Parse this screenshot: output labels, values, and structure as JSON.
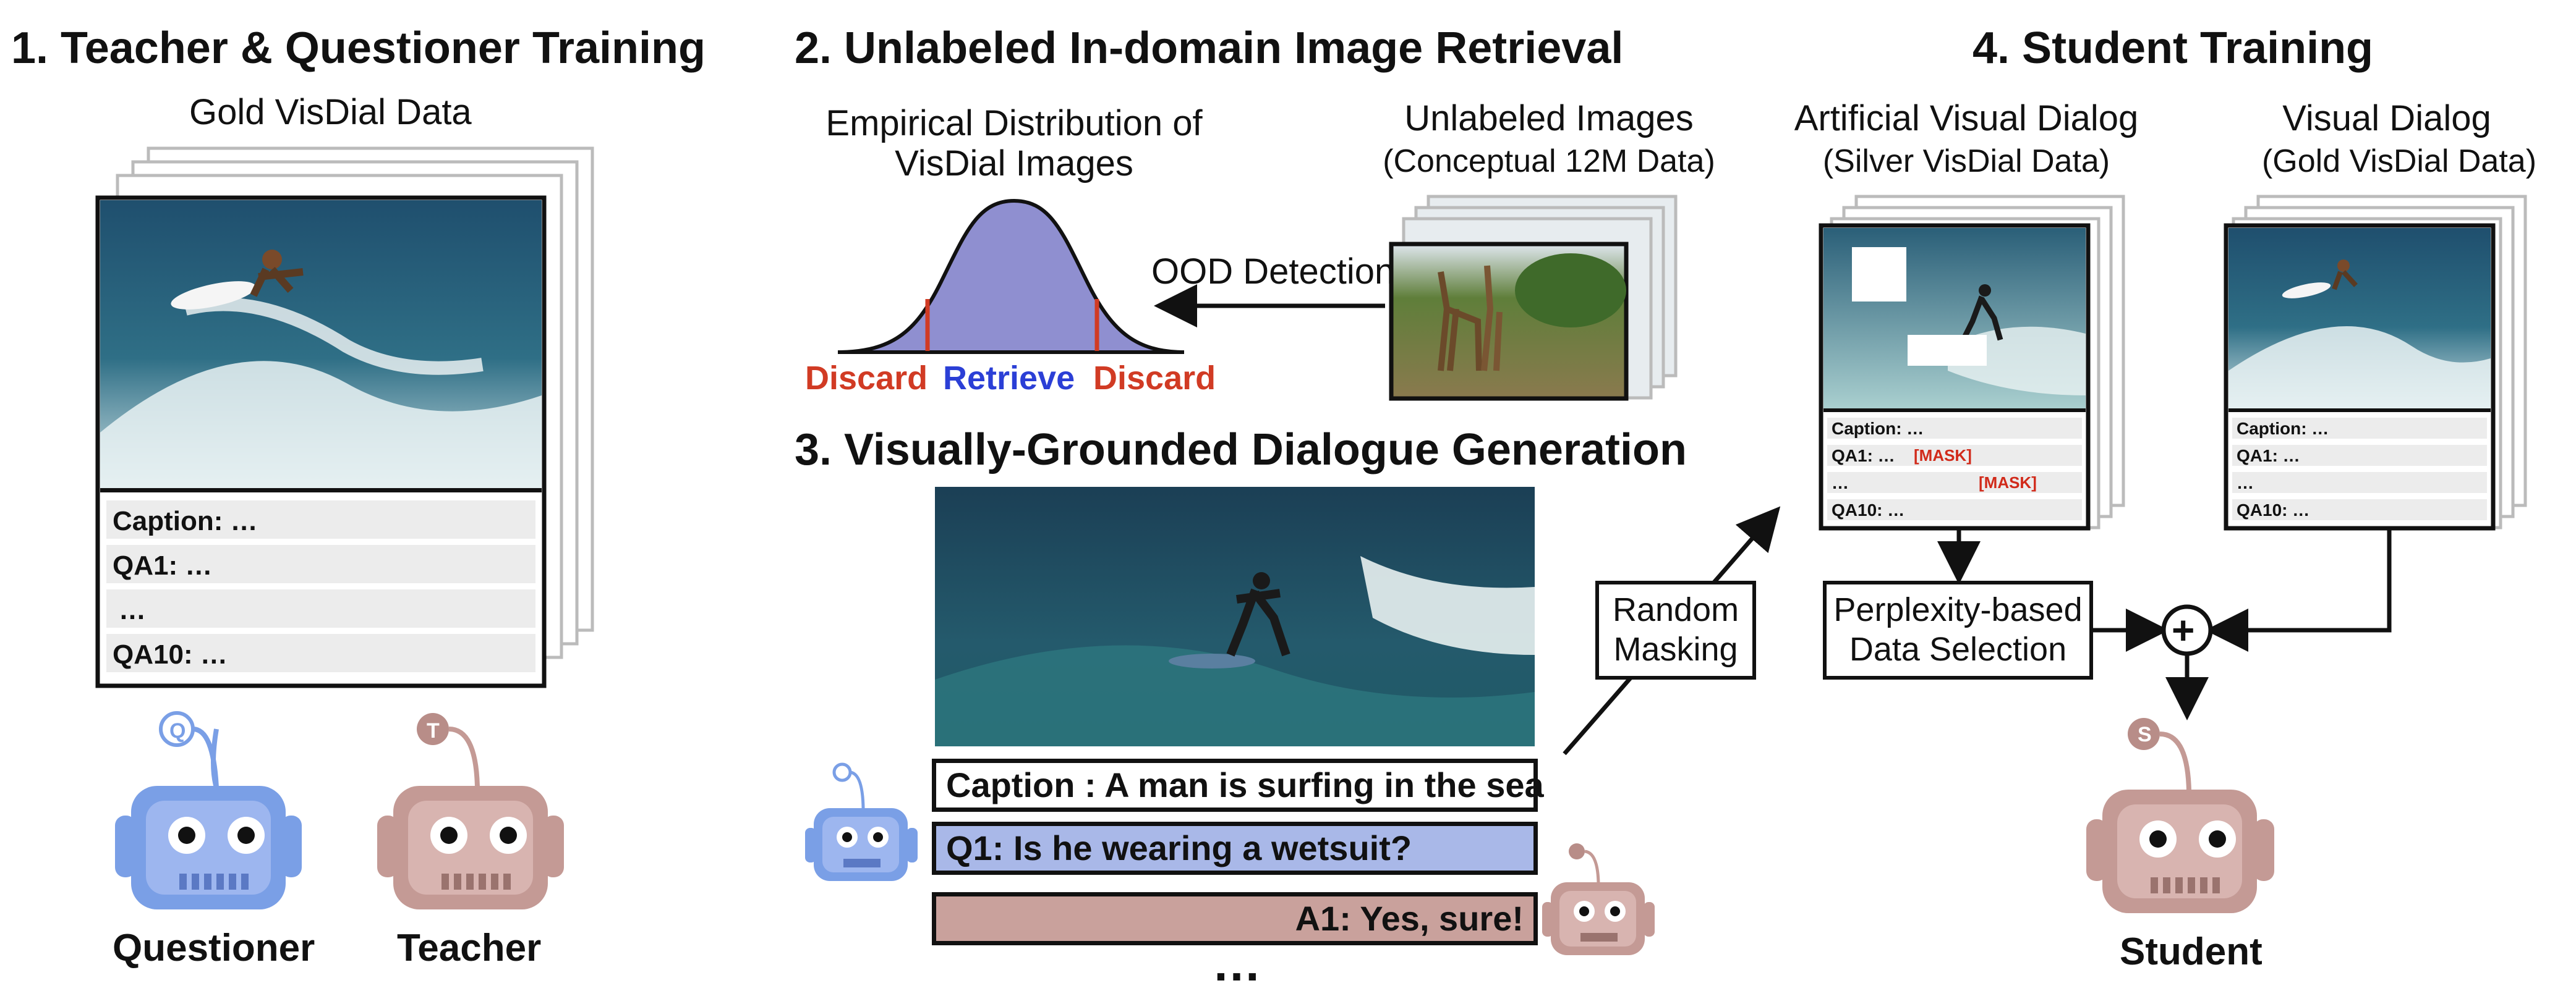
{
  "section1": {
    "title": "1. Teacher & Questioner Training",
    "data_label": "Gold VisDial Data",
    "dialog_rows": [
      "Caption: …",
      "QA1: …",
      "…",
      "QA10: …"
    ],
    "questioner_label": "Questioner",
    "teacher_label": "Teacher",
    "questioner_badge": "Q",
    "teacher_badge": "T"
  },
  "section2": {
    "title": "2. Unlabeled In-domain Image Retrieval",
    "distribution_label": "Empirical Distribution of\nVisDial Images",
    "unlabeled_label": "Unlabeled Images",
    "unlabeled_sublabel": "(Conceptual 12M Data)",
    "ood_label": "OOD Detection",
    "discard_left": "Discard",
    "retrieve": "Retrieve",
    "discard_right": "Discard"
  },
  "section3": {
    "title": "3. Visually-Grounded Dialogue Generation",
    "caption_line": "Caption : A man is surfing in the sea",
    "question_line": "Q1: Is he wearing a wetsuit?",
    "answer_line": "A1: Yes, sure!",
    "ellipsis": "…",
    "masking_label": "Random\nMasking"
  },
  "section4": {
    "title": "4. Student Training",
    "artificial_label": "Artificial Visual Dialog",
    "artificial_sublabel": "(Silver VisDial Data)",
    "visual_label": "Visual Dialog",
    "visual_sublabel": "(Gold VisDial Data)",
    "silver_rows": [
      "Caption: …",
      "QA1: …",
      "…",
      "QA10: …"
    ],
    "mask_token": "[MASK]",
    "gold_rows": [
      "Caption: …",
      "QA1: …",
      "…",
      "QA10: …"
    ],
    "selection_label": "Perplexity-based\nData Selection",
    "combine_symbol": "+",
    "student_label": "Student",
    "student_badge": "S"
  },
  "colors": {
    "questioner_blue": "#7a9fe6",
    "teacher_brown": "#c49a95",
    "distribution_fill": "#8f8fd0",
    "discard_red": "#d13b24",
    "retrieve_blue": "#2b3fd6",
    "question_bubble": "#a9b8e8",
    "answer_bubble": "#c9a19c",
    "mask_red": "#d12a1a"
  }
}
